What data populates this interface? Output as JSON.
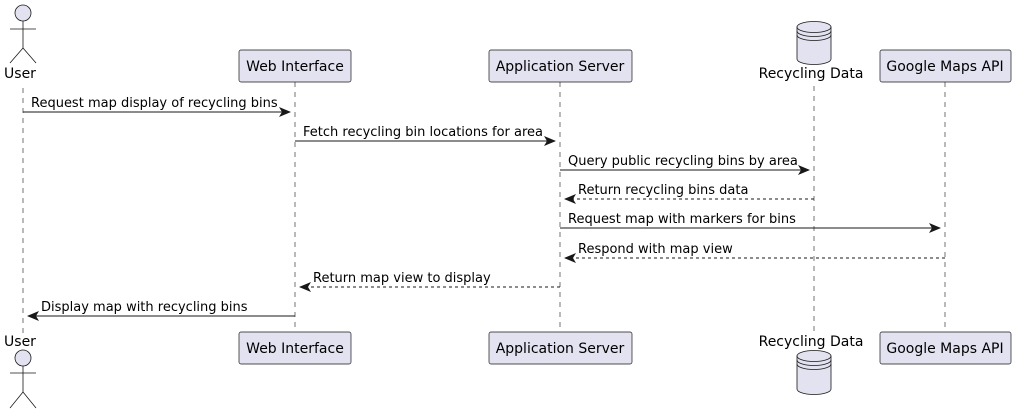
{
  "participants": [
    {
      "id": "user",
      "label": "User",
      "kind": "actor"
    },
    {
      "id": "web",
      "label": "Web Interface",
      "kind": "participant"
    },
    {
      "id": "app",
      "label": "Application Server",
      "kind": "participant"
    },
    {
      "id": "data",
      "label": "Recycling Data",
      "kind": "database"
    },
    {
      "id": "maps",
      "label": "Google Maps API",
      "kind": "participant"
    }
  ],
  "messages": [
    {
      "from": "user",
      "to": "web",
      "text": "Request map display of recycling bins",
      "style": "solid"
    },
    {
      "from": "web",
      "to": "app",
      "text": "Fetch recycling bin locations for area",
      "style": "solid"
    },
    {
      "from": "app",
      "to": "data",
      "text": "Query public recycling bins by area",
      "style": "solid"
    },
    {
      "from": "data",
      "to": "app",
      "text": "Return recycling bins data",
      "style": "dashed"
    },
    {
      "from": "app",
      "to": "maps",
      "text": "Request map with markers for bins",
      "style": "solid"
    },
    {
      "from": "maps",
      "to": "app",
      "text": "Respond with map view",
      "style": "dashed"
    },
    {
      "from": "app",
      "to": "web",
      "text": "Return map view to display",
      "style": "dashed"
    },
    {
      "from": "web",
      "to": "user",
      "text": "Display map with recycling bins",
      "style": "solid"
    }
  ],
  "colors": {
    "fill": "#E2E2F0",
    "stroke": "#181818",
    "text": "#000000",
    "background": "#FFFFFF"
  }
}
